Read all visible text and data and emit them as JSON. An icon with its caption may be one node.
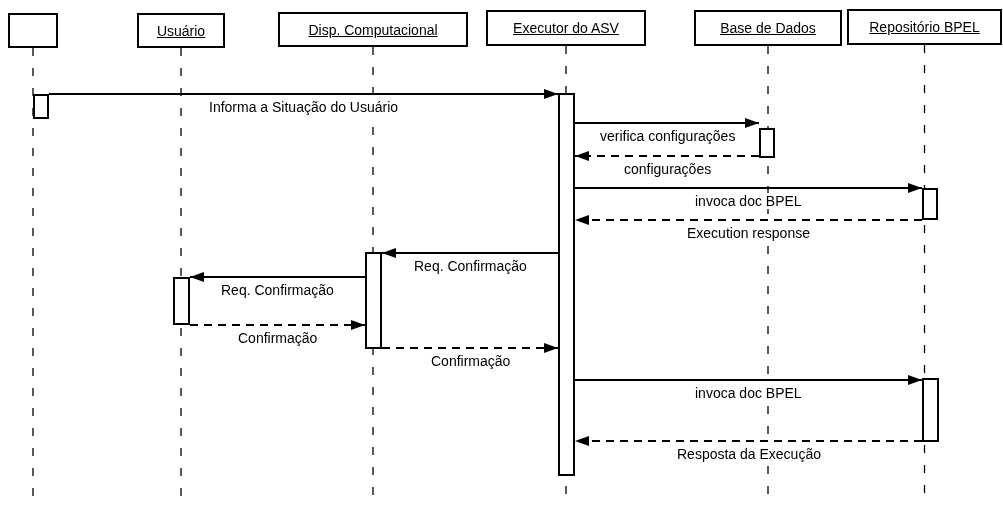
{
  "diagram": {
    "nodes": [
      {
        "text": [],
        "shape": "box"
      },
      {
        "text": [
          "Usuário"
        ]
      },
      {
        "text": [
          "Disp. Computacional"
        ]
      },
      {
        "text": [
          "Executor do ASV"
        ]
      },
      {
        "text": [
          "Base de Dados"
        ]
      },
      {
        "text": [
          "Repositório BPEL"
        ]
      },
      {
        "text": [],
        "shape": "bar"
      },
      {
        "text": [],
        "shape": "bar"
      },
      {
        "text": [],
        "shape": "bar"
      },
      {
        "text": [],
        "shape": "bar"
      },
      {
        "text": [],
        "shape": "bar"
      },
      {
        "text": [],
        "shape": "bar"
      },
      {
        "text": [],
        "shape": "bar"
      }
    ],
    "edges": [
      {
        "from": 6,
        "to": 7,
        "arrow": "to",
        "label": "Informa a Situação do Usuário"
      },
      {
        "from": 7,
        "to": 8,
        "arrow": "to",
        "label": "verifica configurações"
      },
      {
        "from": 8,
        "to": 7,
        "arrow": "to",
        "label": "configurações",
        "style": "dashed"
      },
      {
        "from": 7,
        "to": 9,
        "arrow": "to",
        "label": "invoca doc BPEL"
      },
      {
        "from": 9,
        "to": 7,
        "arrow": "to",
        "label": "Execution response",
        "style": "dashed"
      },
      {
        "from": 7,
        "to": 10,
        "arrow": "to",
        "label": "Req. Confirmação"
      },
      {
        "from": 10,
        "to": 11,
        "arrow": "to",
        "label": "Req. Confirmação"
      },
      {
        "from": 11,
        "to": 10,
        "arrow": "to",
        "label": "Confirmação",
        "style": "dashed"
      },
      {
        "from": 10,
        "to": 7,
        "arrow": "to",
        "label": "Confirmação",
        "style": "dashed"
      },
      {
        "from": 7,
        "to": 12,
        "arrow": "to",
        "label": "invoca doc BPEL"
      },
      {
        "from": 12,
        "to": 7,
        "arrow": "to",
        "label": "Resposta da Execução",
        "style": "dashed"
      }
    ]
  }
}
